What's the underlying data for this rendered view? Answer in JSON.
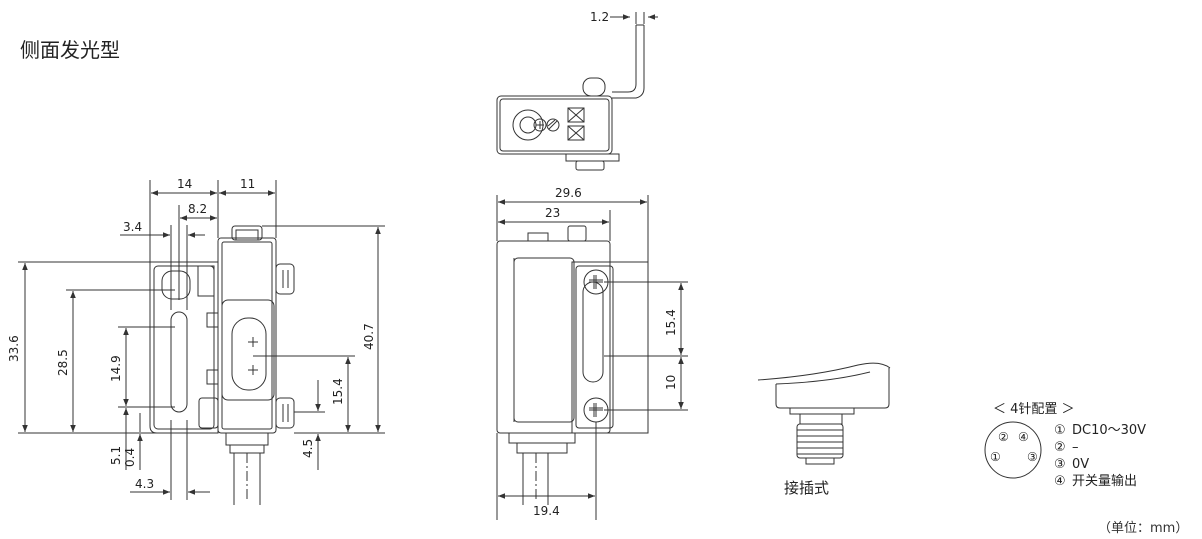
{
  "title": "侧面发光型",
  "unit": "（单位：mm）",
  "connector_caption": "接插式",
  "pin_header": "＜ 4针配置 ＞",
  "pins": [
    "DC10～30V",
    "–",
    "0V",
    "开关量输出"
  ],
  "pin_numbers": [
    "①",
    "②",
    "③",
    "④"
  ],
  "dims": {
    "top_thickness": "1.2",
    "w14": "14",
    "w11": "11",
    "w8_2": "8.2",
    "w3_4": "3.4",
    "h33_6": "33.6",
    "h28_5": "28.5",
    "h14_9": "14.9",
    "h5_1": "5.1",
    "h0_4": "0.4",
    "w4_3": "4.3",
    "h40_7": "40.7",
    "h15_4_left": "15.4",
    "h4_5": "4.5",
    "w29_6": "29.6",
    "w23": "23",
    "h15_4_right": "15.4",
    "h10": "10",
    "w19_4": "19.4"
  }
}
